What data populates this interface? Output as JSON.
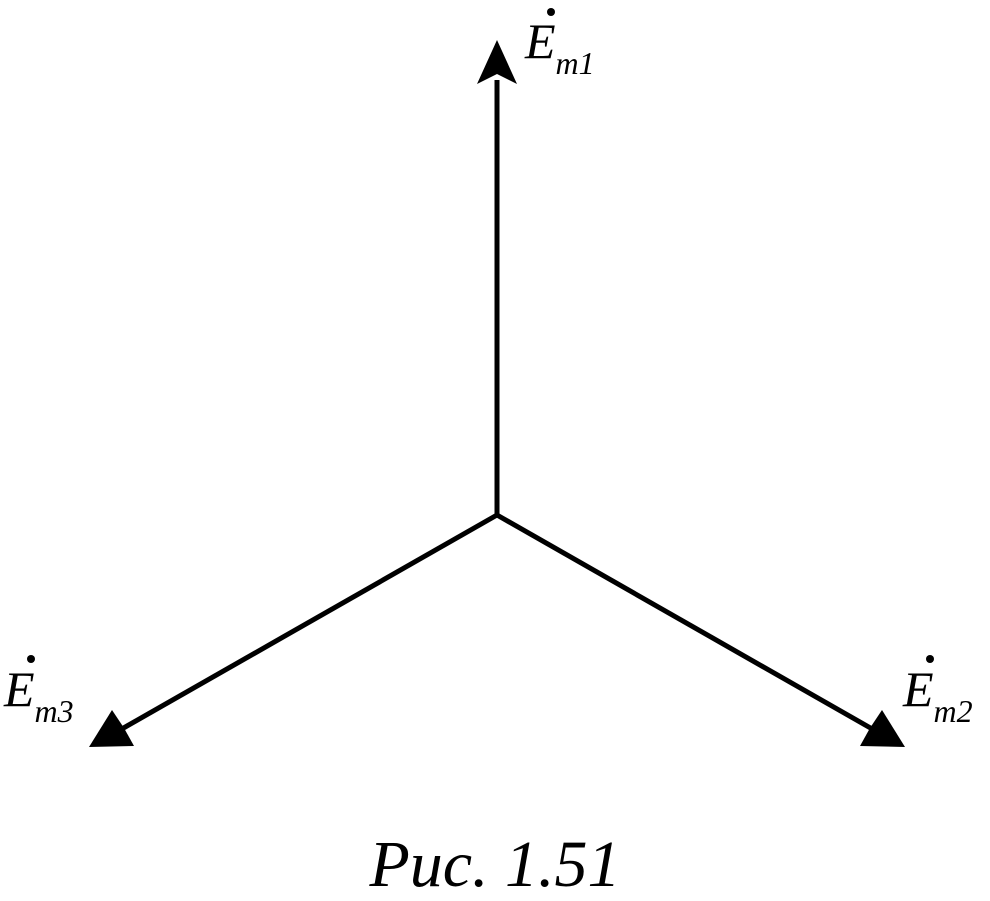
{
  "diagram": {
    "vectors": [
      {
        "id": "em1",
        "symbol": "E",
        "subscript": "m1",
        "angle_deg": 90
      },
      {
        "id": "em2",
        "symbol": "E",
        "subscript": "m2",
        "angle_deg": -30
      },
      {
        "id": "em3",
        "symbol": "E",
        "subscript": "m3",
        "angle_deg": 210
      }
    ],
    "stroke_color": "#000000",
    "background": "#ffffff"
  },
  "caption": "Рис. 1.51"
}
